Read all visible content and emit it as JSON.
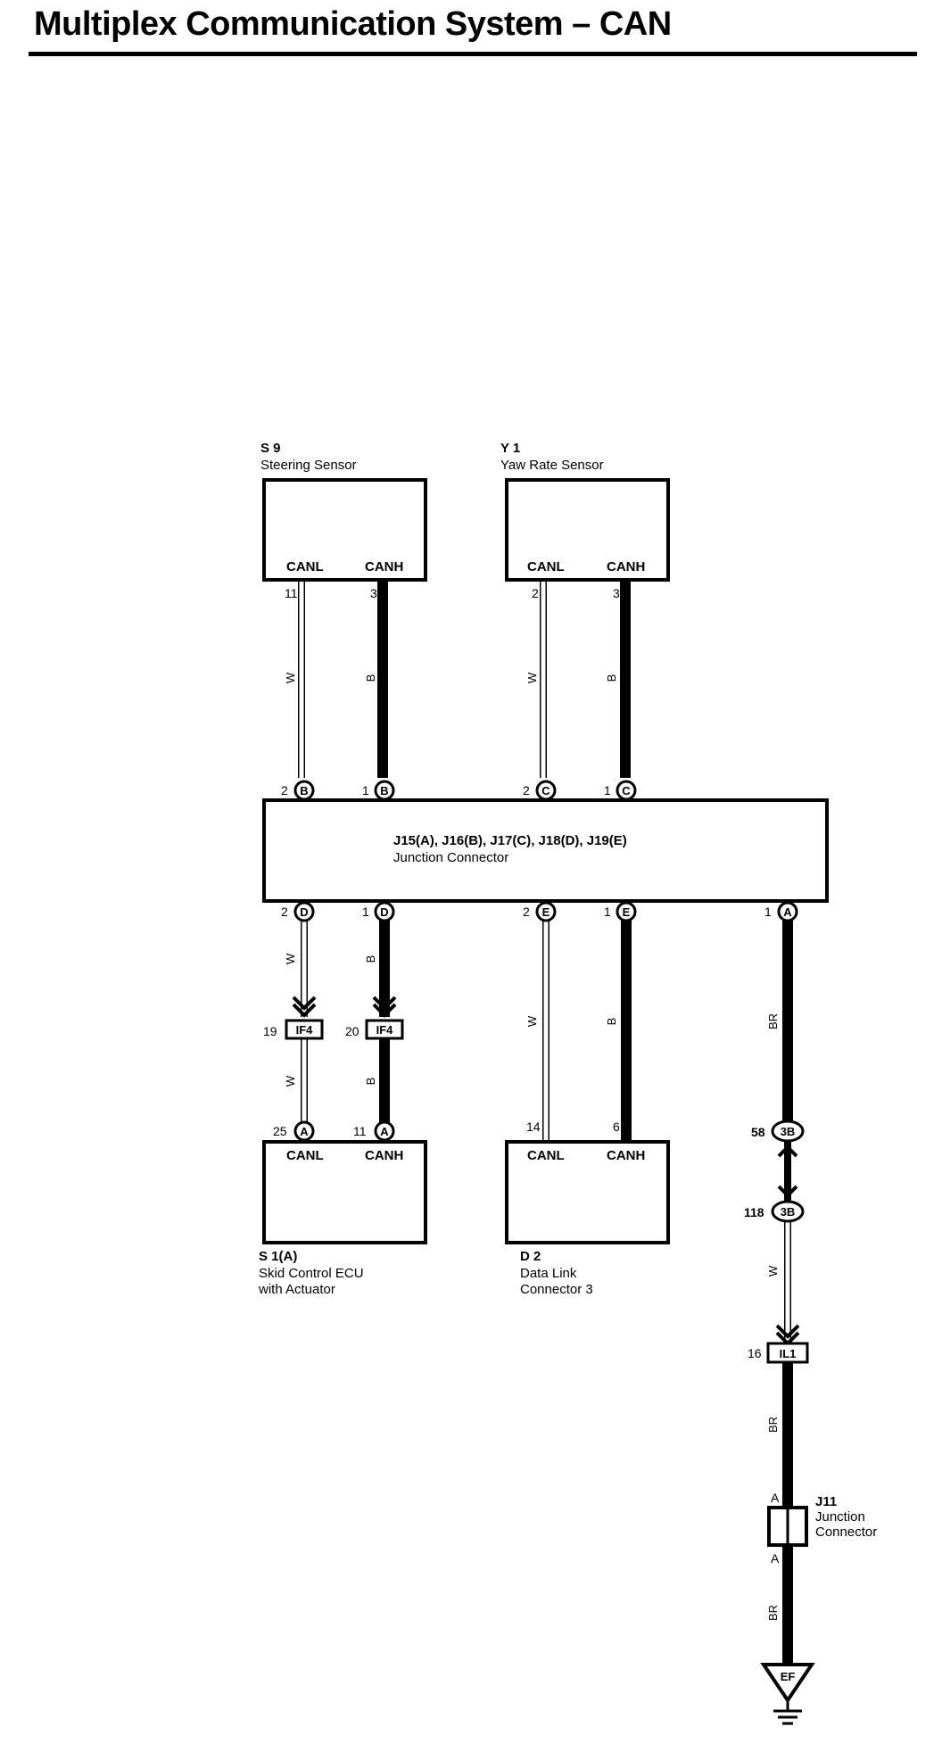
{
  "title": "Multiplex Communication System – CAN",
  "components": {
    "s9": {
      "code": "S 9",
      "name": "Steering Sensor",
      "canl": "CANL",
      "canh": "CANH"
    },
    "y1": {
      "code": "Y 1",
      "name": "Yaw Rate Sensor",
      "canl": "CANL",
      "canh": "CANH"
    },
    "junction": {
      "code": "J15(A), J16(B), J17(C), J18(D), J19(E)",
      "name": "Junction Connector"
    },
    "s1": {
      "code": "S 1(A)",
      "name_line1": "Skid Control ECU",
      "name_line2": "with Actuator",
      "canl": "CANL",
      "canh": "CANH"
    },
    "d2": {
      "code": "D 2",
      "name_line1": "Data Link",
      "name_line2": "Connector 3",
      "canl": "CANL",
      "canh": "CANH"
    },
    "j11": {
      "code": "J11",
      "name_line1": "Junction",
      "name_line2": "Connector",
      "pin_top": "A",
      "pin_bottom": "A"
    },
    "ground": {
      "label": "EF"
    }
  },
  "pins": {
    "s9_canl": "11",
    "s9_canh": "3",
    "y1_canl": "2",
    "y1_canh": "3",
    "jb_w": "2",
    "jb_b": "1",
    "jc_w": "2",
    "jc_b": "1",
    "jd_w": "2",
    "jd_b": "1",
    "je_w": "2",
    "je_b": "1",
    "ja_br": "1",
    "if4_w": "19",
    "if4_b": "20",
    "s1_canl": "25",
    "s1_canh": "11",
    "d2_canl": "14",
    "d2_canh": "6",
    "c3b_top": "58",
    "c3b_bottom": "118",
    "il1": "16"
  },
  "connector_letters": {
    "b": "B",
    "c": "C",
    "d": "D",
    "e": "E",
    "a": "A",
    "s1": "A",
    "c3b": "3B"
  },
  "connectors": {
    "if4": "IF4",
    "il1": "IL1"
  },
  "wire_colors": {
    "w": "W",
    "b": "B",
    "br": "BR"
  }
}
